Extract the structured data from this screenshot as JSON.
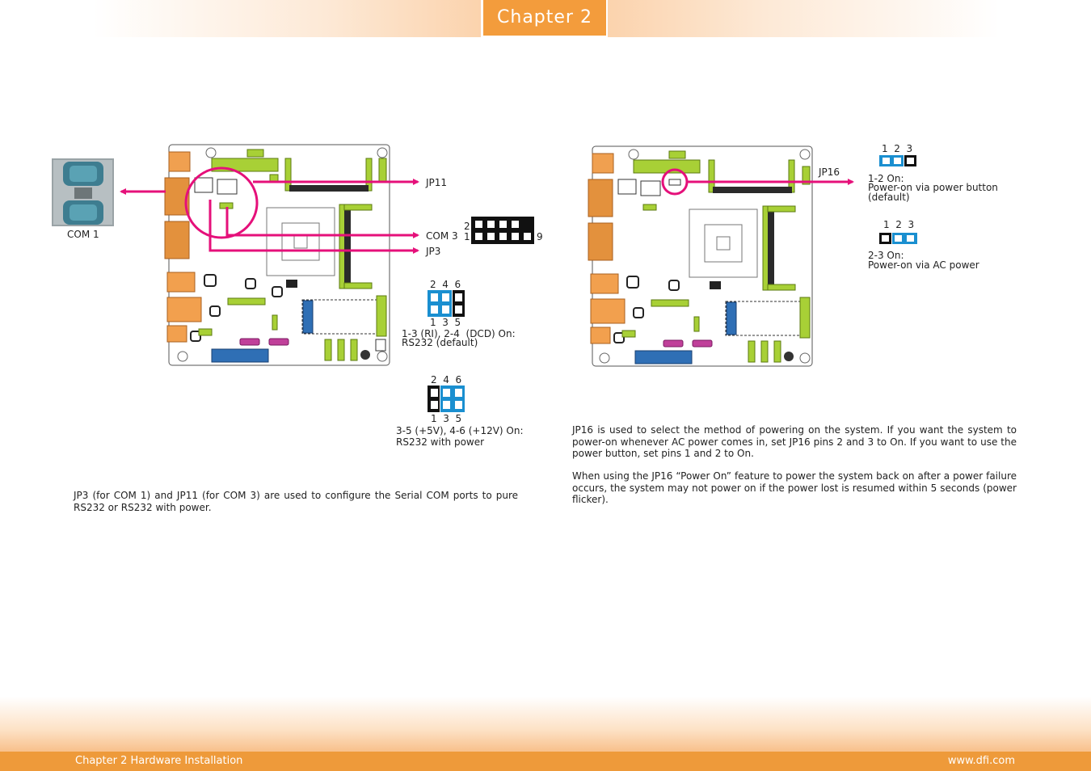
{
  "header": {
    "chapter_tab": "Chapter 2"
  },
  "footer": {
    "left": "Chapter 2 Hardware Installation",
    "right": "www.dfi.com"
  },
  "left_diagram": {
    "com1_label": "COM 1",
    "jp11_label": "JP11",
    "com3_label": "COM 3",
    "com3_pin_2": "2",
    "com3_pin_1": "1",
    "com3_pin_9": "9",
    "jp3_label": "JP3",
    "jumper1_top_pins": "2  4  6",
    "jumper1_bottom_pins": "1  3  5",
    "jumper1_caption_1": "1-3 (RI), 2-4  (DCD) On:",
    "jumper1_caption_2": "RS232 (default)",
    "jumper2_top_pins": "2  4  6",
    "jumper2_bottom_pins": "1  3  5",
    "jumper2_caption_1": "3-5 (+5V), 4-6 (+12V) On:",
    "jumper2_caption_2": "RS232 with power",
    "description": "JP3 (for COM 1) and JP11 (for COM 3) are used to configure the Serial COM ports to pure RS232 or RS232 with power."
  },
  "right_diagram": {
    "jp16_label": "JP16",
    "jumper1_pins": "1  2  3",
    "jumper1_caption_1": "1-2 On:",
    "jumper1_caption_2": "Power-on via power button",
    "jumper1_caption_3": "(default)",
    "jumper2_pins": "1  2  3",
    "jumper2_caption_1": "2-3 On:",
    "jumper2_caption_2": "Power-on via AC power",
    "description_1": "JP16 is used to select the method of powering on the system. If you want the system to power-on whenever AC power comes in, set JP16 pins 2 and 3 to On. If you want to use the power button, set pins 1 and 2 to On.",
    "description_2": "When using the JP16 “Power On” feature to power the system back on after a power failure occurs, the system may not power on if the power lost is resumed within 5 seconds (power flicker)."
  },
  "colors": {
    "accent_orange": "#f39c3c",
    "callout_magenta": "#e5107a",
    "jumper_blue": "#1a8fd0",
    "board_green": "#a8d036"
  }
}
